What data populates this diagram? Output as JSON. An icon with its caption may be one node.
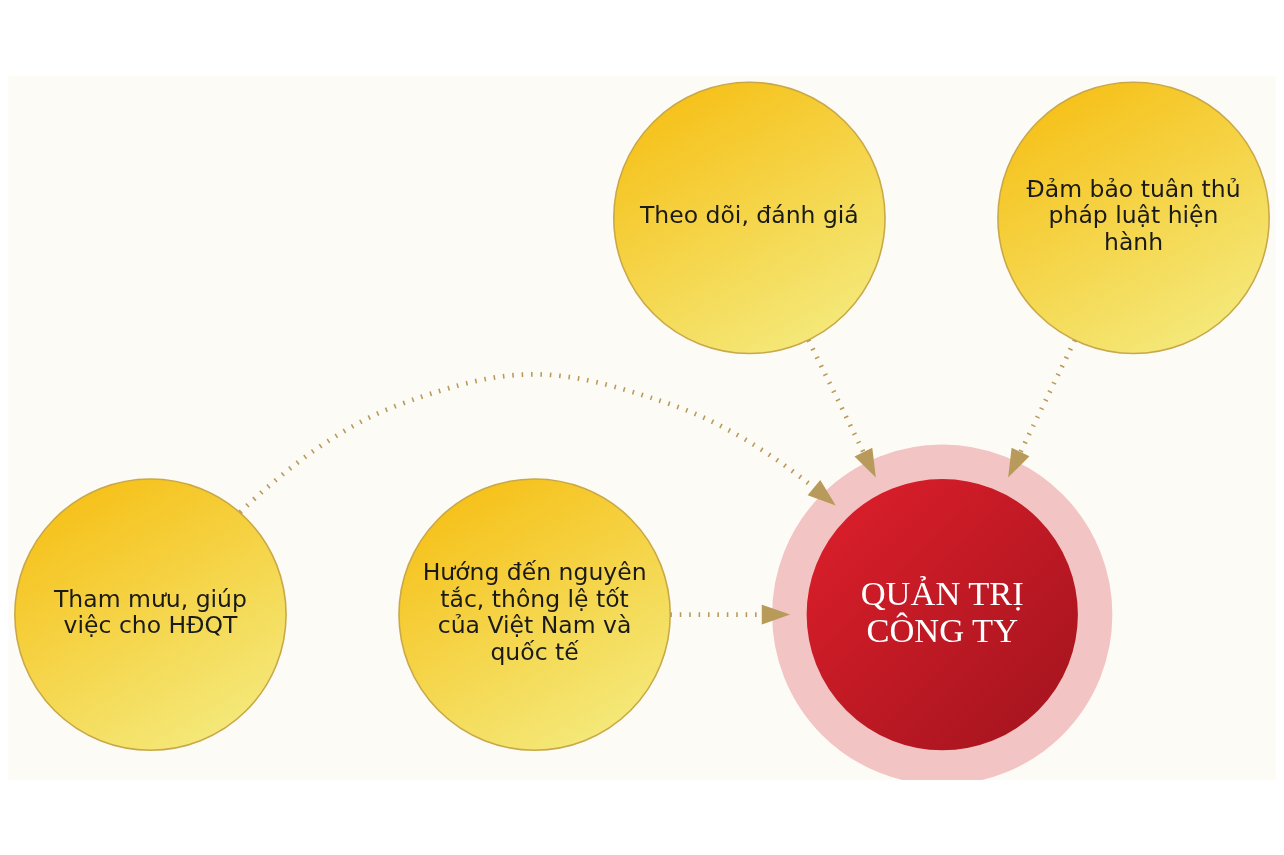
{
  "diagram": {
    "nodes": [
      {
        "text": [
          "Theo dõi, đánh giá"
        ]
      },
      {
        "text": [
          "Đảm bảo tuân thủ pháp luật hiện hành"
        ]
      },
      {
        "text": [
          "Tham mưu, giúp việc cho HĐQT"
        ]
      },
      {
        "text": [
          "QUẢN TRỊ CÔNG TY"
        ]
      },
      {
        "text": [
          "Hướng đến nguyên tắc, thông lệ tốt của Việt Nam và quốc tế"
        ]
      }
    ],
    "edges": [
      {
        "from": 0,
        "to": 3,
        "arrow": "to"
      },
      {
        "from": 1,
        "to": 3,
        "arrow": "to"
      },
      {
        "from": 2,
        "to": 3,
        "arrow": "to"
      },
      {
        "from": 4,
        "to": 3,
        "arrow": "to"
      }
    ]
  }
}
